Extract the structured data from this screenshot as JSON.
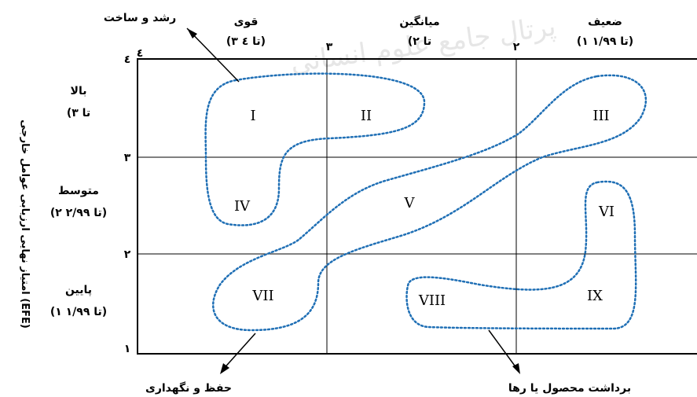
{
  "watermark": "پرتال جامع علوم انسانی",
  "columns": [
    {
      "name": "قوی",
      "range": "(۳ تا ٤)"
    },
    {
      "name": "میانگین",
      "range": "(۲ تا"
    },
    {
      "name": "ضعیف",
      "range": "(۱ تا ۱/۹۹)"
    }
  ],
  "column_ticks": {
    "left": "٤",
    "mid": "۳",
    "right": "۲"
  },
  "rows": [
    {
      "name": "بالا",
      "range": "(۳ تا"
    },
    {
      "name": "متوسط",
      "range": "(۲ تا ۲/۹۹)"
    },
    {
      "name": "پایین",
      "range": "(۱ تا ۱/۹۹)"
    }
  ],
  "row_ticks": {
    "top": "٤",
    "upper": "۳",
    "lower": "۲",
    "bottom": "۱"
  },
  "y_axis_title": "امتیاز نهایی ارزیابی عوامل خارجی (EFE)",
  "cells": [
    "I",
    "II",
    "III",
    "IV",
    "V",
    "VI",
    "VII",
    "VIII",
    "IX"
  ],
  "strategies": {
    "grow": "رشد و ساخت",
    "hold": "حفظ و نگهداری",
    "harvest": "برداشت محصول یا رها"
  },
  "colors": {
    "outline": "#1f6fb5",
    "grid": "#000000"
  }
}
